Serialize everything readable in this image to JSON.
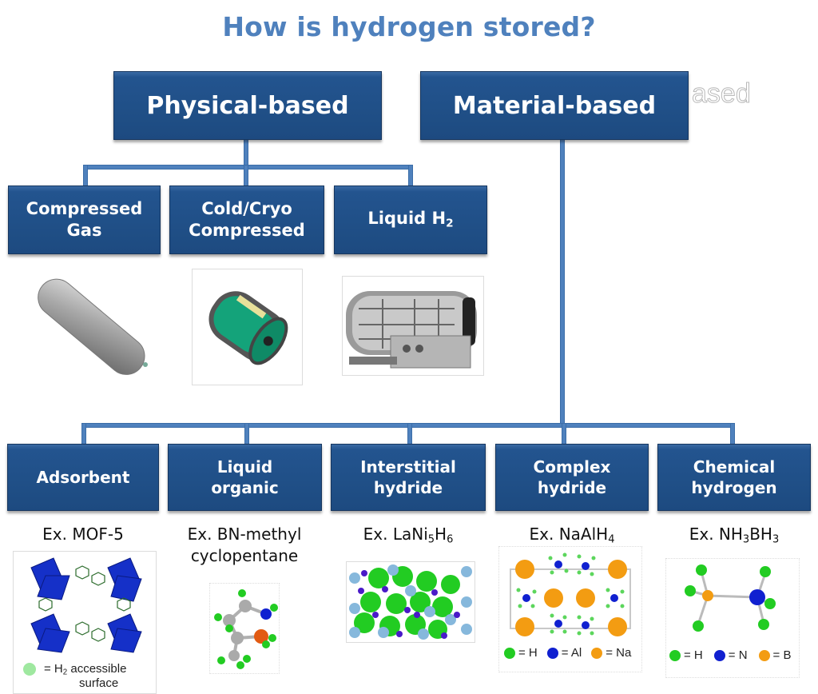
{
  "title": "How is hydrogen stored?",
  "ghost_text": "ased",
  "colors": {
    "title": "#4f81bd",
    "box_fill": "#1f4e85",
    "connector": "#4f81bd",
    "hydrogen_green": "#22cc22",
    "aluminum_blue": "#1010cc",
    "sodium_orange": "#f39c12"
  },
  "level1": [
    {
      "id": "physical",
      "label": "Physical-based"
    },
    {
      "id": "material",
      "label": "Material-based"
    }
  ],
  "physical": {
    "children": [
      {
        "label_line1": "Compressed",
        "label_line2": "Gas",
        "image": "gas-cylinder-tank"
      },
      {
        "label_line1": "Cold/Cryo",
        "label_line2": "Compressed",
        "image": "cryo-compressed-tank-cutaway"
      },
      {
        "label_main": "Liquid H",
        "label_sub": "2",
        "image": "liquid-hydrogen-tank-photo"
      }
    ]
  },
  "material": {
    "children": [
      {
        "label": "Adsorbent",
        "example": "Ex. MOF-5",
        "image": "mof5-structure",
        "legend": {
          "main": "= H",
          "sub": "2",
          "rest": " accessible",
          "line2": "surface"
        }
      },
      {
        "label_line1": "Liquid",
        "label_line2": "organic",
        "example_line1": "Ex. BN-methyl",
        "example_line2": "cyclopentane",
        "image": "bn-methyl-cyclopentane-molecule"
      },
      {
        "label_line1": "Interstitial",
        "label_line2": "hydride",
        "example": {
          "prefix": "Ex. LaNi",
          "s1": "5",
          "mid": "H",
          "s2": "6"
        },
        "image": "lani5h6-lattice"
      },
      {
        "label_line1": "Complex",
        "label_line2": "hydride",
        "example": {
          "prefix": "Ex. NaAlH",
          "s1": "4"
        },
        "image": "naalh4-crystal",
        "legend": [
          "= H",
          "= Al",
          "= Na"
        ]
      },
      {
        "label_line1": "Chemical",
        "label_line2": "hydrogen",
        "example": {
          "prefix": "Ex. NH",
          "s1": "3",
          "mid": "BH",
          "s2": "3"
        },
        "image": "nh3bh3-molecule",
        "legend": [
          "= H",
          "= N",
          "= B"
        ]
      }
    ]
  }
}
